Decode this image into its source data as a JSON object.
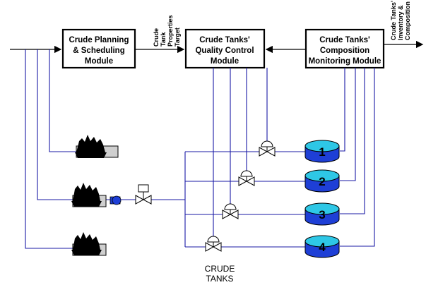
{
  "modules": {
    "planning": {
      "line1": "Crude Planning",
      "line2": "& Scheduling",
      "line3": "Module"
    },
    "quality": {
      "line1": "Crude Tanks'",
      "line2": "Quality Control",
      "line3": "Module"
    },
    "composition": {
      "line1": "Crude Tanks'",
      "line2": "Composition",
      "line3": "Monitoring Module"
    }
  },
  "arrow_label_target": {
    "line1": "Crude",
    "line2": "Tank",
    "line3": "Properties",
    "line4": "Target"
  },
  "arrow_label_output": {
    "line1": "Crude Tanks'",
    "line2": "Inventory &",
    "line3": "Composition"
  },
  "tanks": [
    {
      "number": "1"
    },
    {
      "number": "2"
    },
    {
      "number": "3"
    },
    {
      "number": "4"
    }
  ],
  "caption": {
    "line1": "CRUDE",
    "line2": "TANKS"
  },
  "colors": {
    "tank_fill": "#1e3fd6",
    "pipe": "#1a1aa6",
    "vessel_gray": "#cfcfcf"
  },
  "icons": [
    "ship-icon",
    "pump-icon",
    "control-valve-icon"
  ]
}
